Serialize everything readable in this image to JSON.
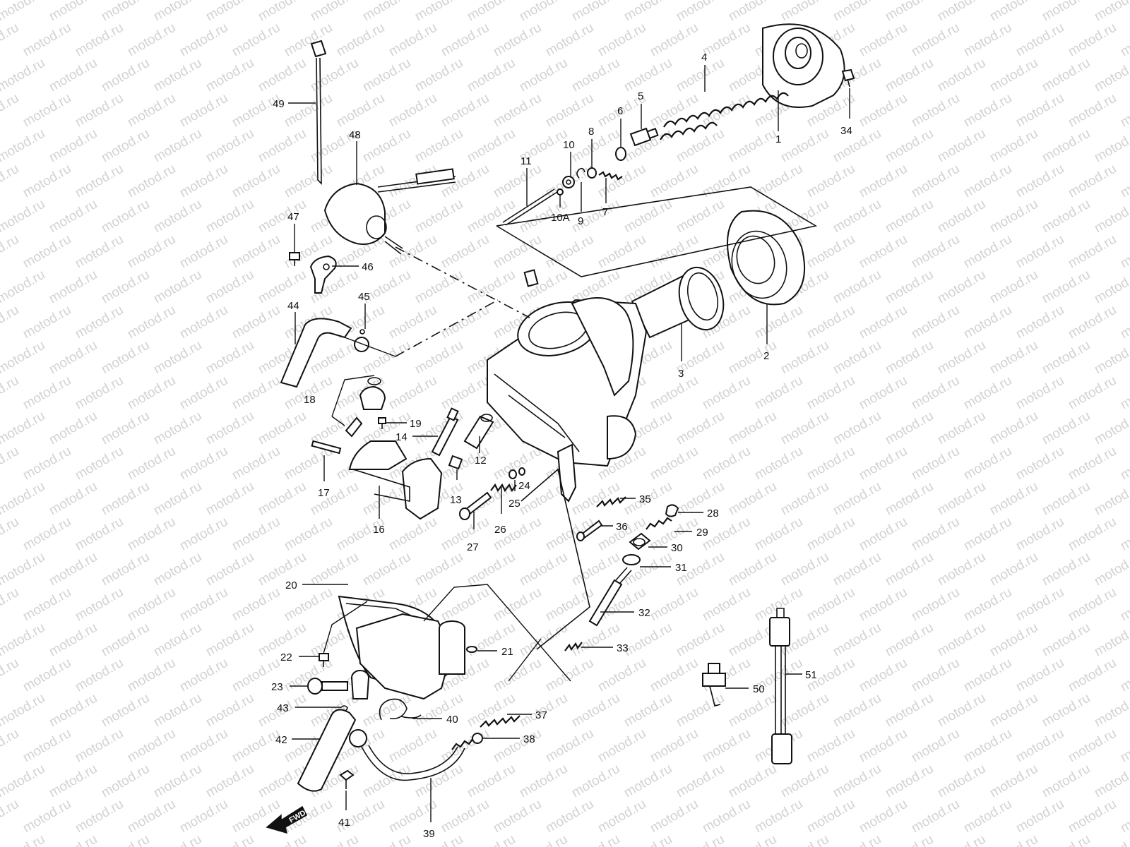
{
  "watermark": "motod.ru",
  "direction_label": "FWD",
  "part_numbers": {
    "p1": "1",
    "p2": "2",
    "p3": "3",
    "p4": "4",
    "p5": "5",
    "p6": "6",
    "p7": "7",
    "p8": "8",
    "p9": "9",
    "p10": "10",
    "p10a": "10A",
    "p11": "11",
    "p12": "12",
    "p13": "13",
    "p14": "14",
    "p16": "16",
    "p17": "17",
    "p18": "18",
    "p19": "19",
    "p20": "20",
    "p21": "21",
    "p22": "22",
    "p23": "23",
    "p24": "24",
    "p25": "25",
    "p26": "26",
    "p27": "27",
    "p28": "28",
    "p29": "29",
    "p30": "30",
    "p31": "31",
    "p32": "32",
    "p33": "33",
    "p34": "34",
    "p35": "35",
    "p36": "36",
    "p37": "37",
    "p38": "38",
    "p39": "39",
    "p40": "40",
    "p41": "41",
    "p42": "42",
    "p43": "43",
    "p44": "44",
    "p45": "45",
    "p46": "46",
    "p47": "47",
    "p48": "48",
    "p49": "49",
    "p50": "50",
    "p51": "51"
  }
}
